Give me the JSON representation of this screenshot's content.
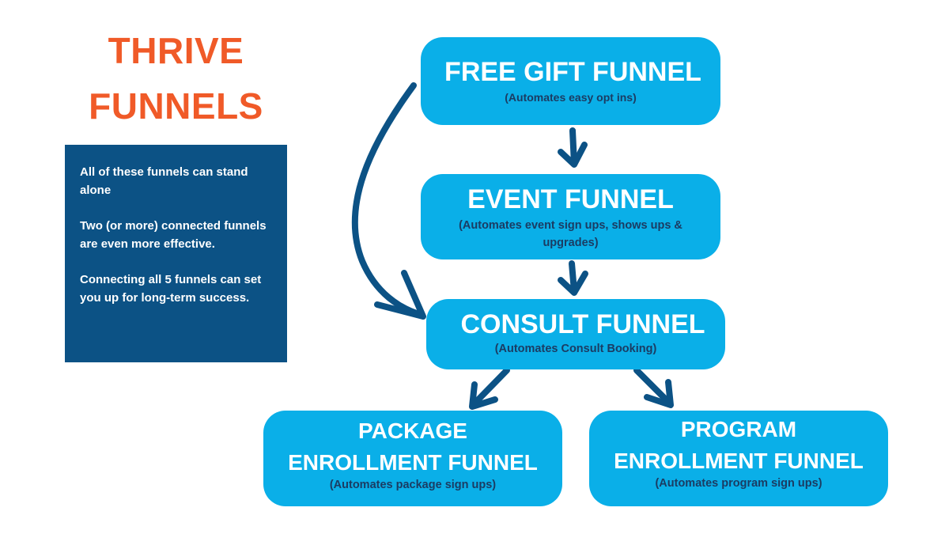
{
  "title": {
    "line1": "THRIVE",
    "line2": "FUNNELS",
    "color": "#f05a28"
  },
  "info_box": {
    "background": "#0c5285",
    "paragraphs": [
      "All of these funnels can stand alone",
      "Two (or more) connected funnels are even more effective.",
      "Connecting all 5 funnels can set you up for long-term success."
    ]
  },
  "nodes": {
    "free_gift": {
      "title": "FREE GIFT FUNNEL",
      "subtitle": "(Automates easy opt ins)"
    },
    "event": {
      "title": "EVENT FUNNEL",
      "subtitle": "(Automates event sign ups, shows ups & upgrades)"
    },
    "consult": {
      "title": "CONSULT FUNNEL",
      "subtitle": "(Automates Consult Booking)"
    },
    "package": {
      "title_line1": "PACKAGE",
      "title_line2": "ENROLLMENT FUNNEL",
      "subtitle": "(Automates package sign ups)"
    },
    "program": {
      "title_line1": "PROGRAM",
      "title_line2": "ENROLLMENT FUNNEL",
      "subtitle": "(Automates program sign ups)"
    }
  },
  "connections": [
    {
      "from": "free_gift",
      "to": "event"
    },
    {
      "from": "event",
      "to": "consult"
    },
    {
      "from": "free_gift",
      "to": "consult"
    },
    {
      "from": "consult",
      "to": "package"
    },
    {
      "from": "consult",
      "to": "program"
    }
  ],
  "colors": {
    "node_fill": "#0aafe8",
    "node_title": "#ffffff",
    "node_subtitle": "#1b3c63",
    "arrow": "#0c5285"
  }
}
